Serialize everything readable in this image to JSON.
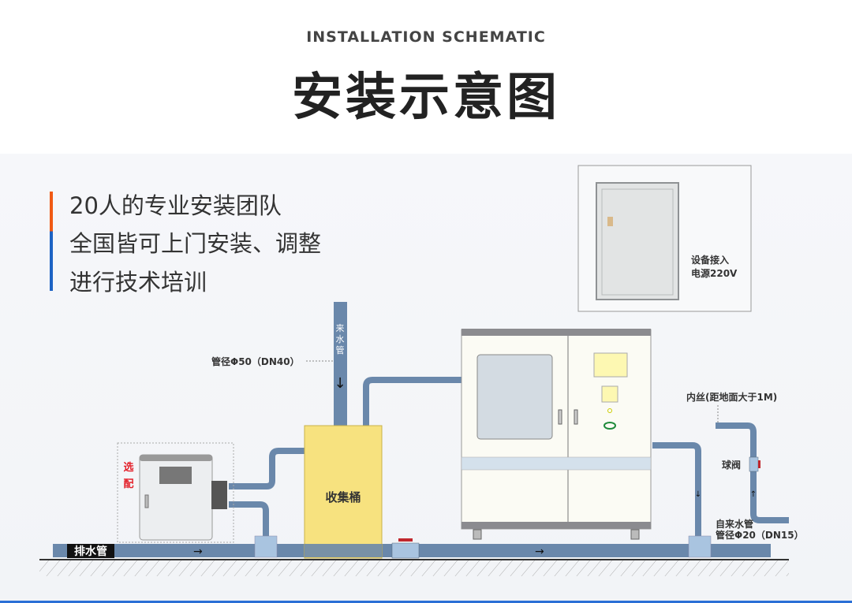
{
  "header": {
    "subtitle": "INSTALLATION SCHEMATIC",
    "title": "安装示意图"
  },
  "features": [
    "20人的专业安装团队",
    "全国皆可上门安装、调整",
    "进行技术培训"
  ],
  "diagram": {
    "power_label_1": "设备接入",
    "power_label_2": "电源220V",
    "inlet_pipe_chars": [
      "来",
      "水",
      "管"
    ],
    "inlet_pipe_size": "管径Φ50（DN40）",
    "bucket": "收集桶",
    "optional_chars": [
      "选",
      "配"
    ],
    "drain_pipe": "排水管",
    "inner_thread": "内丝(距地面大于1M)",
    "ball_valve": "球阀",
    "tap_water_1": "自来水管",
    "tap_water_2": "管径Φ20（DN15）"
  },
  "colors": {
    "pipe": "#6a88ab",
    "bucket": "#f7e27f",
    "accent_orange": "#f05a14",
    "accent_blue": "#1d63c4"
  }
}
